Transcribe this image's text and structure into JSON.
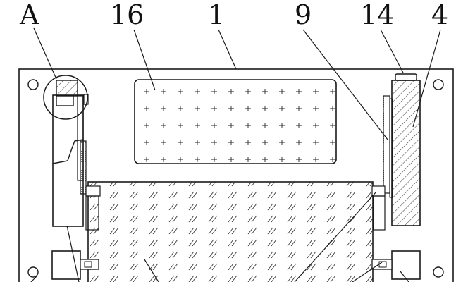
{
  "callouts": {
    "a": "A",
    "c16": "16",
    "c1": "1",
    "c9": "9",
    "c14": "14",
    "c4": "4"
  },
  "colors": {
    "line": "#1a1a1a",
    "background": "#ffffff"
  }
}
